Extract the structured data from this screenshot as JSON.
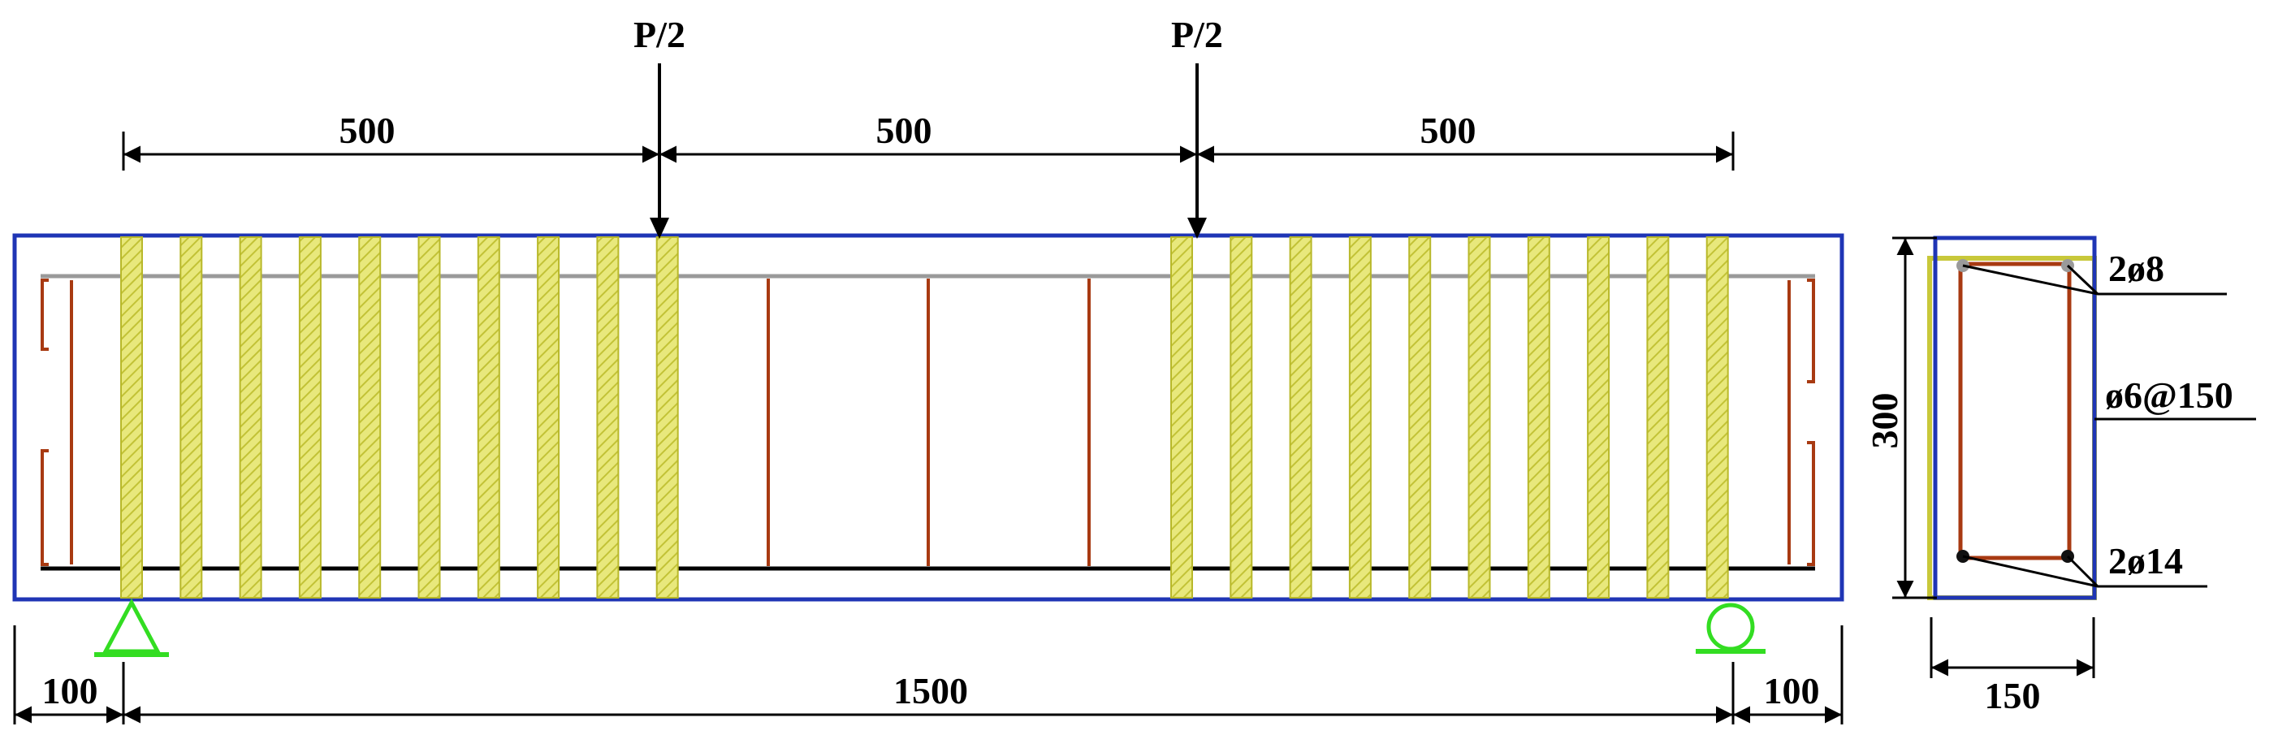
{
  "loads": {
    "left": "P/2",
    "right": "P/2"
  },
  "dimensions": {
    "top_left": "500",
    "top_middle": "500",
    "top_right": "500",
    "bottom_left_overhang": "100",
    "bottom_span": "1500",
    "bottom_right_overhang": "100",
    "section_height": "300",
    "section_width": "150"
  },
  "rebar": {
    "top": "2ø8",
    "stirrups": "ø6@150",
    "bottom": "2ø14"
  },
  "colors": {
    "outline": "#1f35b5",
    "stirrup": "#a83a12",
    "top_bar": "#9a9a9a",
    "bottom_bar": "#000000",
    "cfrp_strip": "#e6e67a",
    "cfrp_edge": "#b8b82a",
    "support": "#33dd22"
  },
  "support_icons": [
    "pin-support-icon",
    "roller-support-icon"
  ]
}
